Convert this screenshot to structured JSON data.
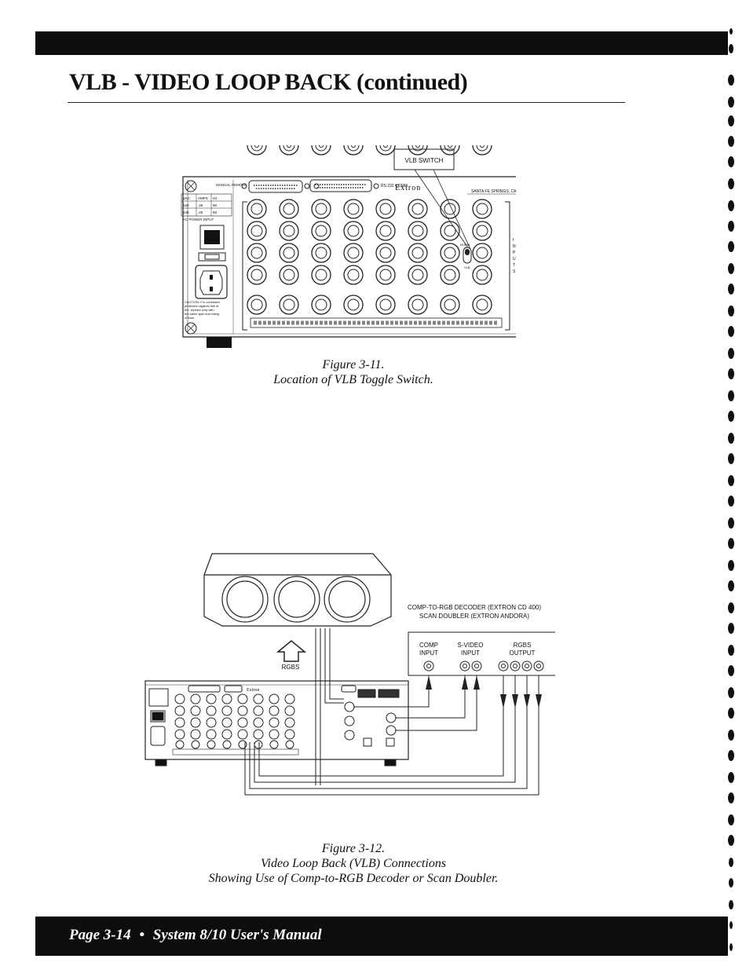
{
  "page": {
    "title": "VLB - VIDEO LOOP BACK (continued)",
    "footer": {
      "page_label": "Page 3-14",
      "bullet": "•",
      "manual_title": "System 8/10 User's Manual"
    }
  },
  "figure1": {
    "number": "Figure 3-11.",
    "caption": "Location of VLB Toggle Switch.",
    "callout": "VLB SWITCH",
    "labels": {
      "manual_remote": "MANUAL REMOTE",
      "rs232": "RS 232 COMM",
      "brand": "Extron",
      "location": "SANTA FE SPRINGS, CA",
      "ac_power": "AC POWER INPUT",
      "inputs": "INPUTS",
      "vlb": "VLB",
      "norm": "NORM",
      "caution": "CAUTION: For continued protection against risk of fire, replace only with the same type and rating of fuse."
    },
    "voltage_table": {
      "headers": [
        "VAC",
        "AMPS",
        "Hz"
      ],
      "rows": [
        [
          "120",
          ".25",
          "60"
        ],
        [
          "240",
          ".20",
          "50"
        ]
      ]
    }
  },
  "figure2": {
    "number": "Figure 3-12.",
    "caption_line1": "Video Loop Back (VLB) Connections",
    "caption_line2": "Showing Use of Comp-to-RGB Decoder or Scan Doubler.",
    "decoder_label_line1": "COMP-TO-RGB DECODER (EXTRON CD 400)",
    "decoder_label_line2": "SCAN DOUBLER (EXTRON ANDORA)",
    "comp_input": [
      "COMP",
      "INPUT"
    ],
    "svideo_input": [
      "S-VIDEO",
      "INPUT"
    ],
    "rgbs_output": [
      "RGBS",
      "OUTPUT"
    ],
    "rgbs_arrow_label": "RGBS",
    "brand": "Extron"
  }
}
